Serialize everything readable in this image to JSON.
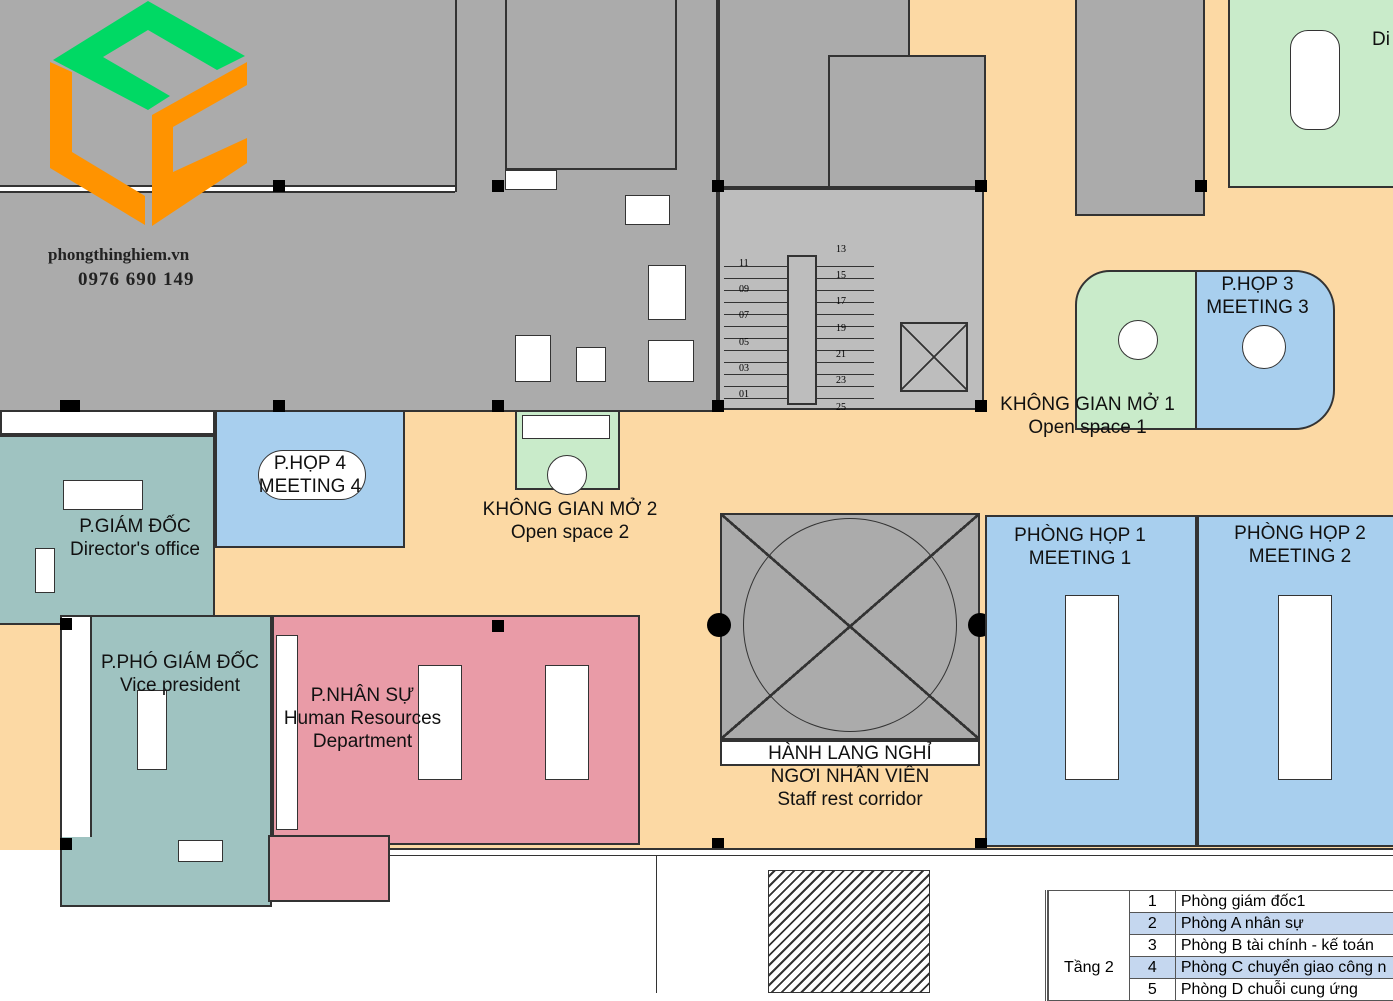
{
  "brand": {
    "site": "phongthinghiem.vn",
    "phone": "0976 690 149",
    "colors": {
      "green": "#00d964",
      "orange": "#ff9300"
    }
  },
  "rooms": {
    "director": {
      "vi": "P.GIÁM ĐỐC",
      "en": "Director's office"
    },
    "meeting4": {
      "vi": "P.HỌP 4",
      "en": "MEETING 4"
    },
    "open2": {
      "vi": "KHÔNG GIAN MỞ 2",
      "en": "Open space 2"
    },
    "open1": {
      "vi": "KHÔNG GIAN MỞ 1",
      "en": "Open space 1"
    },
    "meeting3": {
      "vi": "P.HỌP 3",
      "en": "MEETING 3"
    },
    "vp": {
      "vi": "P.PHÓ GIÁM ĐỐC",
      "en": "Vice president"
    },
    "hr": {
      "vi": "P.NHÂN SỰ",
      "en1": "Human Resources",
      "en2": "Department"
    },
    "rest": {
      "vi1": "HÀNH LANG NGHỈ",
      "vi2": "NGƠI NHÂN VIÊN",
      "en": "Staff rest corridor"
    },
    "meeting1": {
      "vi": "PHÒNG HỌP 1",
      "en": "MEETING 1"
    },
    "meeting2": {
      "vi": "PHÒNG HỌP 2",
      "en": "MEETING 2"
    },
    "cut": "Di"
  },
  "stairs": [
    "11",
    "09",
    "07",
    "05",
    "03",
    "01",
    "13",
    "15",
    "17",
    "19",
    "21",
    "23",
    "25"
  ],
  "legend": {
    "floor": "Tầng 2",
    "rows": [
      {
        "n": "1",
        "name": "Phòng giám đốc1"
      },
      {
        "n": "2",
        "name": "Phòng A nhân sự"
      },
      {
        "n": "3",
        "name": "Phòng B tài chính - kế toán"
      },
      {
        "n": "4",
        "name": "Phòng C chuyển giao công n"
      },
      {
        "n": "5",
        "name": "Phòng D chuỗi cung ứng"
      }
    ]
  }
}
